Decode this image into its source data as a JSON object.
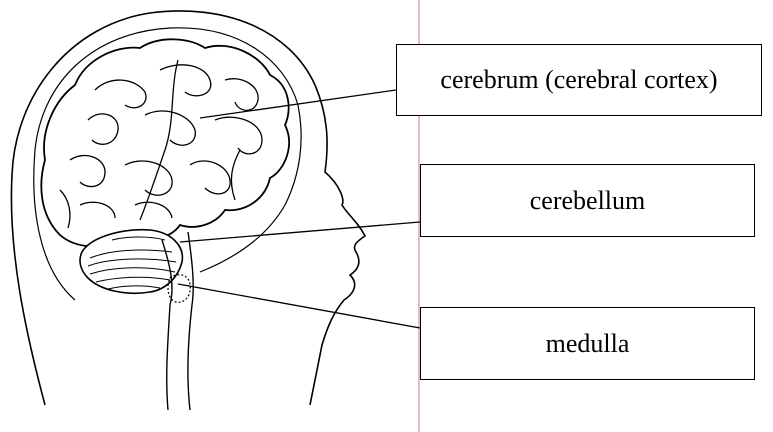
{
  "labels": {
    "cerebrum": "cerebrum (cerebral cortex)",
    "cerebellum": "cerebellum",
    "medulla": "medulla"
  },
  "colors": {
    "ink": "#000000",
    "margin_line": "#e6a0b4",
    "background": "#ffffff"
  }
}
